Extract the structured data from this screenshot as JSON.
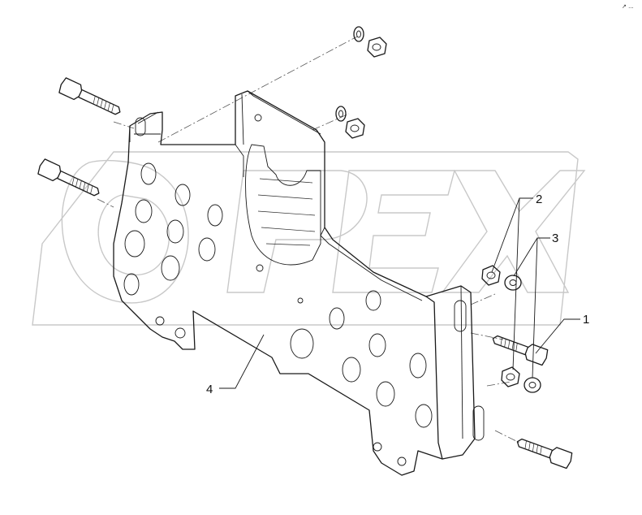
{
  "callouts": [
    {
      "label": "1"
    },
    {
      "label": "2"
    },
    {
      "label": "3"
    },
    {
      "label": "4"
    }
  ],
  "corner_mark": "↗ ..."
}
